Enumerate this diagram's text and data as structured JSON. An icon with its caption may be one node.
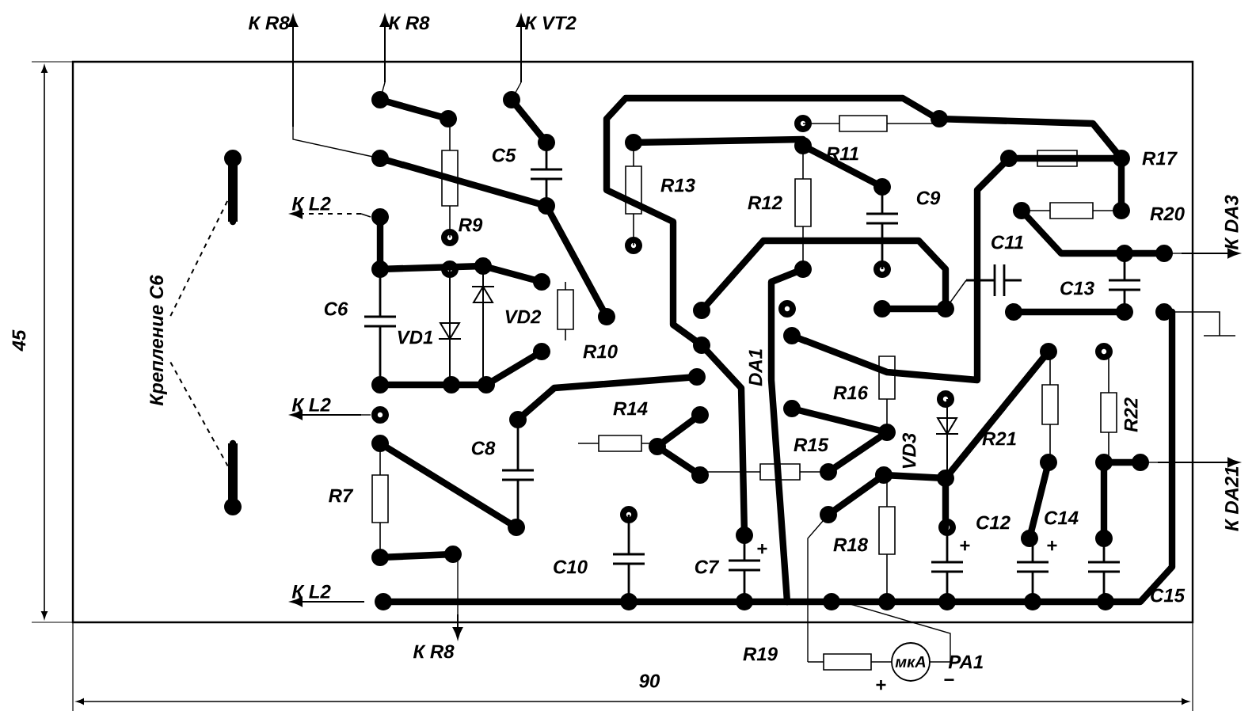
{
  "diagram": {
    "nodes": [
      {
        "text": [
          "К R8"
        ]
      },
      {
        "text": [
          "К R8"
        ]
      },
      {
        "text": [
          "К VT2"
        ]
      },
      {
        "text": [
          "К L2"
        ]
      },
      {
        "text": [
          "К L2"
        ]
      },
      {
        "text": [
          "К L2"
        ]
      },
      {
        "text": [
          "К R8"
        ]
      },
      {
        "text": [
          "К DA3"
        ]
      },
      {
        "text": [
          "К DA21"
        ]
      },
      {
        "text": [
          "Крепление С6"
        ]
      },
      {
        "text": [],
        "shape": "bar"
      },
      {
        "text": [],
        "shape": "bar"
      },
      {
        "text": [
          "мкА"
        ],
        "beside": [
          "PA1"
        ]
      }
    ],
    "edges": [
      {
        "from": null,
        "to": 0,
        "arrow": "to"
      },
      {
        "from": null,
        "to": 1,
        "arrow": "to"
      },
      {
        "from": null,
        "to": 2,
        "arrow": "to"
      },
      {
        "from": null,
        "to": 3,
        "arrow": "to",
        "style": "dashed"
      },
      {
        "from": null,
        "to": 4,
        "arrow": "to"
      },
      {
        "from": null,
        "to": 5,
        "arrow": "to"
      },
      {
        "from": null,
        "to": 6,
        "arrow": "to"
      },
      {
        "from": null,
        "to": 7,
        "arrow": "to"
      },
      {
        "from": null,
        "to": 8,
        "arrow": "to"
      },
      {
        "from": 9,
        "to": 10,
        "arrow": "none",
        "style": "dashed"
      },
      {
        "from": 9,
        "to": 11,
        "arrow": "none",
        "style": "dashed"
      }
    ],
    "labels": [
      "C5",
      "R9",
      "C6",
      "VD1",
      "VD2",
      "R10",
      "R13",
      "R12",
      "R11",
      "C9",
      "R17",
      "R20",
      "C11",
      "C13",
      "DA1",
      "R16",
      "R14",
      "R15",
      "VD3",
      "R21",
      "R22",
      "C8",
      "R7",
      "C12",
      "C14",
      "R18",
      "C10",
      "C7",
      "+",
      "+",
      "+",
      "C15",
      "45",
      "R19",
      "+",
      "−",
      "90"
    ]
  }
}
